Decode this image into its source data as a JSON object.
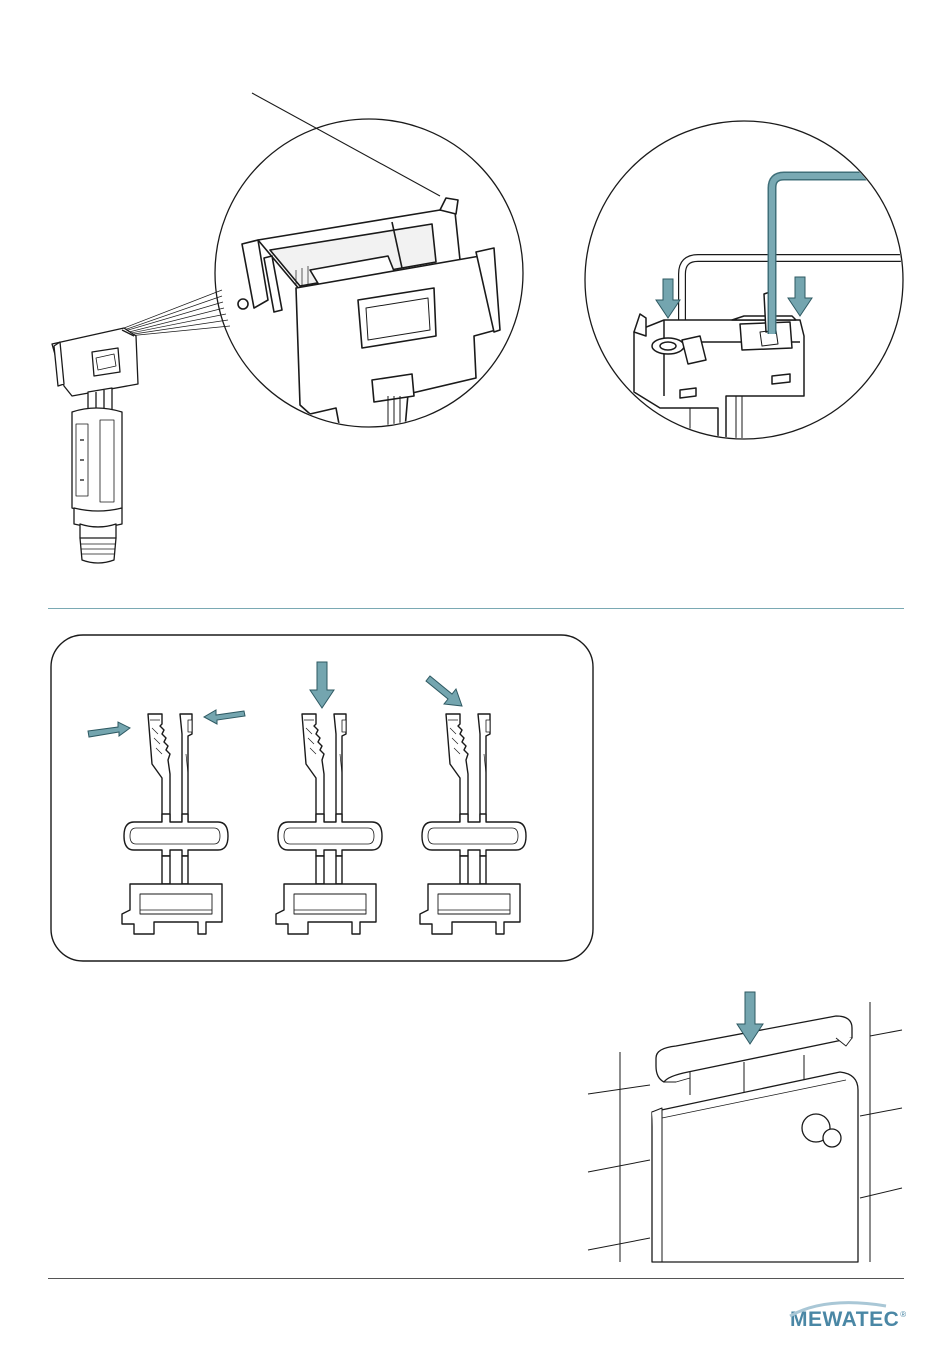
{
  "brand": {
    "name": "MEWATEC",
    "registered_mark": "®"
  },
  "colors": {
    "accent": "#6fa0aa",
    "accent_dark": "#3f6f79",
    "rule": "#7aa9b3",
    "line": "#1a1a1a",
    "logo_blue": "#4a87a5",
    "logo_swoosh": "#a9c7d6"
  },
  "figures": [
    {
      "id": "valve-detail",
      "icon": "flush-valve-with-clip-magnifier"
    },
    {
      "id": "clip-insert",
      "icon": "clip-pressed-into-holder-with-rod"
    },
    {
      "id": "clip-steps",
      "icon": "clip-squeeze-insert-tilt-sequence"
    },
    {
      "id": "cover-mount",
      "icon": "top-cover-pressed-onto-panel"
    }
  ]
}
